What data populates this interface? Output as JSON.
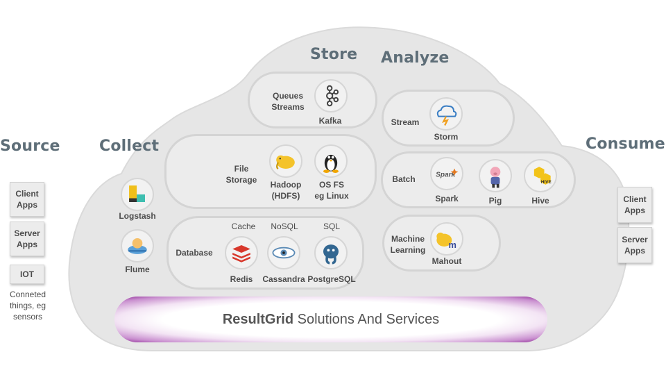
{
  "headings": {
    "source": "Source",
    "collect": "Collect",
    "store": "Store",
    "analyze": "Analyze",
    "consume": "Consume"
  },
  "source": {
    "client_apps": "Client\nApps",
    "server_apps": "Server\nApps",
    "iot": "IOT",
    "iot_note": "Conneted things, eg sensors"
  },
  "collect": {
    "logstash": "Logstash",
    "flume": "Flume"
  },
  "store": {
    "queues_label": "Queues\nStreams",
    "kafka": "Kafka",
    "file_storage_label": "File\nStorage",
    "hadoop": "Hadoop\n(HDFS)",
    "osfs": "OS FS\neg Linux",
    "database_label": "Database",
    "cache": "Cache",
    "nosql": "NoSQL",
    "sql": "SQL",
    "redis": "Redis",
    "cassandra": "Cassandra",
    "postgres": "PostgreSQL"
  },
  "analyze": {
    "stream_label": "Stream",
    "storm": "Storm",
    "batch_label": "Batch",
    "spark": "Spark",
    "pig": "Pig",
    "hive": "Hive",
    "ml_label": "Machine\nLearning",
    "mahout": "Mahout"
  },
  "consume": {
    "client_apps": "Client\nApps",
    "server_apps": "Server\nApps"
  },
  "banner": {
    "brand": "ResultGrid",
    "tagline": "Solutions And Services"
  },
  "icon_text": {
    "spark": "Spark",
    "hive": "HIVE",
    "mahout": "m"
  },
  "colors": {
    "heading": "#5e6e78",
    "cloud": "#e7e7e7",
    "banner_purple": "#8e2a95"
  }
}
